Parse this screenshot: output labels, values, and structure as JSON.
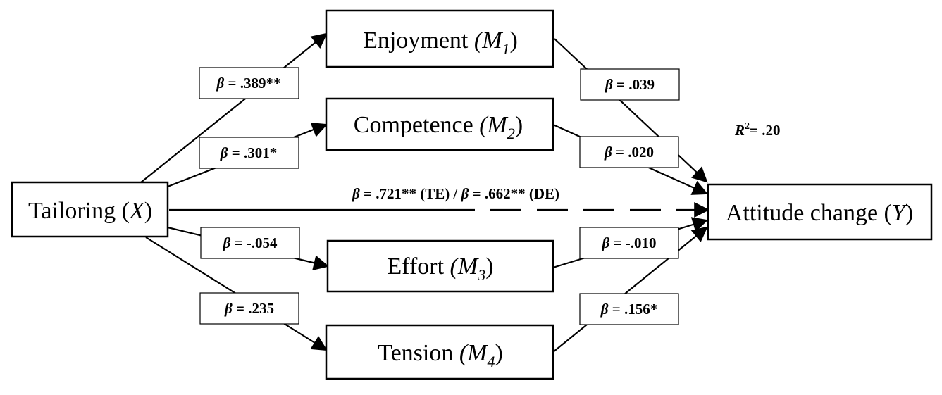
{
  "nodes": {
    "x": {
      "name": "Tailoring (",
      "var": "X",
      "close": ")"
    },
    "y": {
      "name": "Attitude change (",
      "var": "Y",
      "close": ")"
    },
    "m1": {
      "name": "Enjoyment ",
      "var": "M",
      "sub": "1",
      "close": ")"
    },
    "m2": {
      "name": "Competence ",
      "var": "M",
      "sub": "2",
      "close": ")"
    },
    "m3": {
      "name": "Effort ",
      "var": "M",
      "sub": "3",
      "close": ")"
    },
    "m4": {
      "name": "Tension ",
      "var": "M",
      "sub": "4",
      "close": ")"
    }
  },
  "paths": {
    "a1": {
      "sym": "β",
      "text": " = .389**"
    },
    "a2": {
      "sym": "β",
      "text": " = .301*"
    },
    "a3": {
      "sym": "β",
      "text": " = -.054"
    },
    "a4": {
      "sym": "β",
      "text": " = .235"
    },
    "b1": {
      "sym": "β",
      "text": " = .039"
    },
    "b2": {
      "sym": "β",
      "text": " = .020"
    },
    "b3": {
      "sym": "β",
      "text": " = -.010"
    },
    "b4": {
      "sym": "β",
      "text": " = .156*"
    },
    "c": {
      "sym1": "β",
      "text1": " = .721** (TE) / ",
      "sym2": "β",
      "text2": " = .662** (DE)"
    }
  },
  "r_squared": {
    "sym": "R",
    "sup": "2",
    "text": "= .20"
  },
  "colors": {
    "line": "#000000",
    "background": "#ffffff"
  }
}
